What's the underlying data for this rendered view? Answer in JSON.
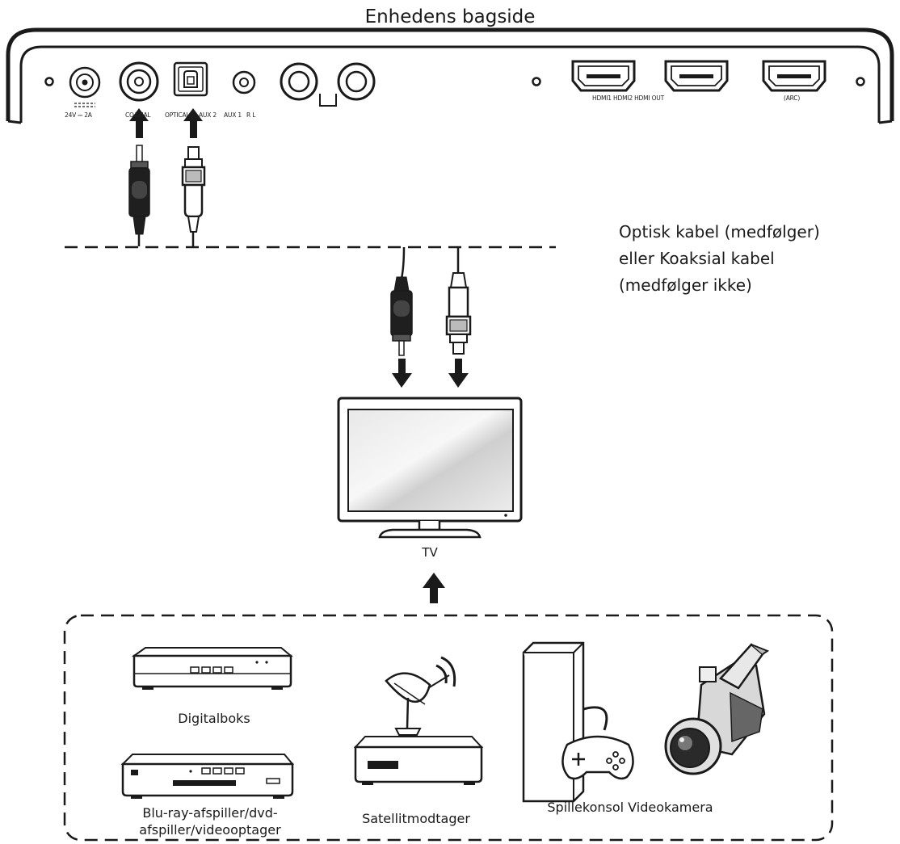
{
  "title": "Enhedens bagside",
  "panel_labels": {
    "power": "24V ⎓ 2A",
    "coaxial": "COAXIAL",
    "optical": "OPTICAL",
    "aux2": "AUX 2",
    "aux1": "AUX 1",
    "rl": "R L",
    "hdmi": "HDMI1 HDMI2 HDMI OUT",
    "arc": "(ARC)"
  },
  "cable_note": [
    "Optisk kabel (medfølger)",
    "eller Koaksial kabel",
    "(medfølger ikke)"
  ],
  "tv_label": "TV",
  "devices": {
    "digitalbox": "Digitalboks",
    "bluray": [
      "Blu-ray-afspiller/dvd-",
      "afspiller/videooptager"
    ],
    "satellite": "Satellitmodtager",
    "console_camera": "Spillekonsol Videokamera"
  },
  "colors": {
    "line": "#1a1a1a",
    "screen": "#e6e6e6"
  }
}
